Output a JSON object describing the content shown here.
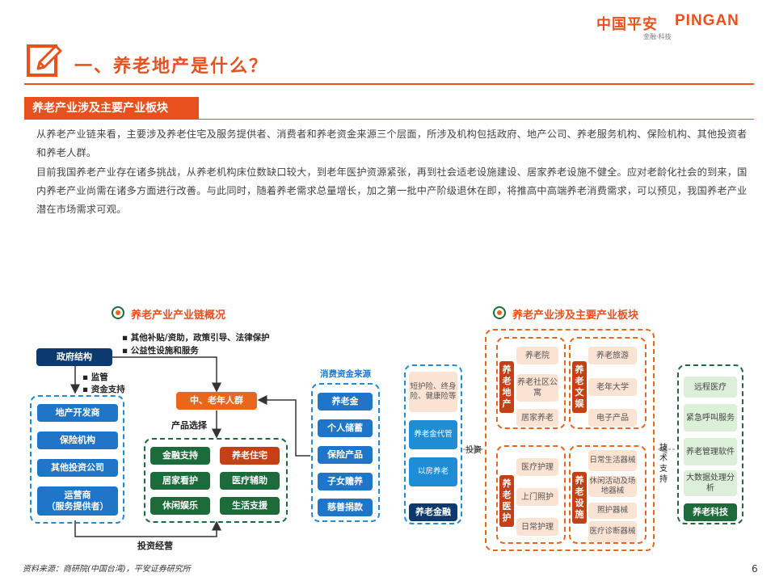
{
  "header": {
    "logo_cn": "中国平安",
    "logo_en": "PINGAN",
    "logo_sub": "金融·科技",
    "title": "一、养老地产是什么？"
  },
  "section": {
    "tag": "养老产业涉及主要产业板块",
    "para1": "从养老产业链来看，主要涉及养老住宅及服务提供者、消费者和养老资金来源三个层面，所涉及机构包括政府、地产公司、养老服务机构、保险机构、其他投资者和养老人群。",
    "para2": "目前我国养老产业存在诸多挑战，从养老机构床位数缺口较大，到老年医护资源紧张，再到社会适老设施建设、居家养老设施不健全。应对老龄化社会的到来，国内养老产业尚需在诸多方面进行改善。与此同时，随着养老需求总量增长，加之第一批中产阶级退休在即，将推高中高端养老消费需求，可以预见，我国养老产业潜在市场需求可观。"
  },
  "left_diagram": {
    "title": "养老产业产业链概况",
    "gov": "政府结构",
    "gov_notes": [
      "其他补贴/资助，政策引导、法律保护",
      "公益性设施和服务"
    ],
    "supervise": [
      "监管",
      "资金支持"
    ],
    "providers": [
      "地产开发商",
      "保险机构",
      "其他投资公司",
      "运营商\n（服务提供者）"
    ],
    "elderly": "中、老年人群",
    "choose": "产品选择",
    "products": [
      "金融支持",
      "养老住宅",
      "居家看护",
      "医疗辅助",
      "休闲娱乐",
      "生活支援"
    ],
    "funds_title": "消费资金来源",
    "funds": [
      "养老金",
      "个人储蓄",
      "保险产品",
      "子女赡养",
      "慈善捐款"
    ],
    "invest": "投资经营"
  },
  "right_diagram": {
    "title": "养老产业涉及主要产业板块",
    "finance_items": [
      "短护险、终身险、健康险等",
      "养老金代管",
      "以房养老"
    ],
    "finance_label": "养老金融",
    "invest_label": "投资",
    "estate_label": "养老地产",
    "estate_items": [
      "养老院",
      "养老社区公寓",
      "居家养老"
    ],
    "culture_label": "养老文娱",
    "culture_items": [
      "养老旅游",
      "老年大学",
      "电子产品"
    ],
    "medical_label": "养老医护",
    "medical_items": [
      "医疗护理",
      "上门照护",
      "日常护理"
    ],
    "device_label": "养老设施",
    "device_items": [
      "日常生活器械",
      "休闲活动及场地器械",
      "照护器械",
      "医疗诊断器械"
    ],
    "tech_support": "技术支持",
    "tech_items": [
      "远程医疗",
      "紧急呼叫服务",
      "养老管理软件",
      "大数据处理分析"
    ],
    "tech_label": "养老科技"
  },
  "footer": {
    "source": "资料来源：商研院(中国台湾)，平安证券研究所",
    "page": "6"
  },
  "colors": {
    "brand": "#e8501e",
    "navy": "#0c3a6e",
    "blue": "#1f76c9",
    "green": "#1d6b3a"
  }
}
